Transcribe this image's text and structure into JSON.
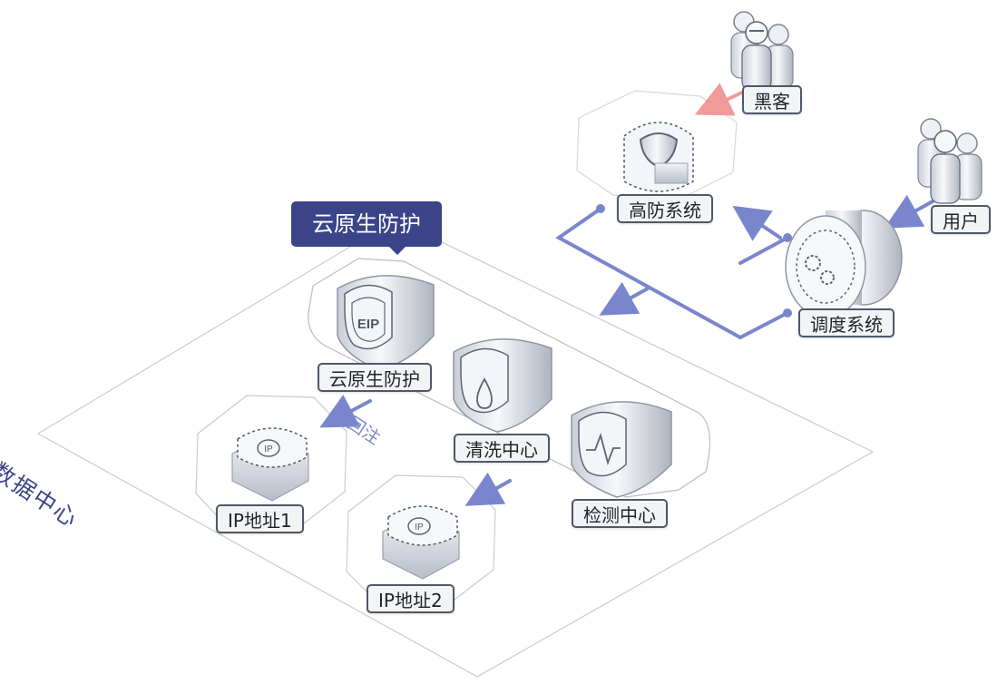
{
  "title_tag": "云原生防护",
  "region_label": "数据中心",
  "flow_label": "回注",
  "nodes": {
    "hacker": "黑客",
    "user": "用户",
    "high_defense": "高防系统",
    "scheduler": "调度系统",
    "cloud_native": "云原生防护",
    "cleaning": "清洗中心",
    "detection": "检测中心",
    "ip1": "IP地址1",
    "ip2": "IP地址2"
  },
  "icon_text": {
    "eip": "EIP",
    "ip": "IP"
  },
  "colors": {
    "accent": "#3b4488",
    "flow": "#7a86cc",
    "attack": "#f19a9a",
    "label_border": "#4e5968"
  }
}
